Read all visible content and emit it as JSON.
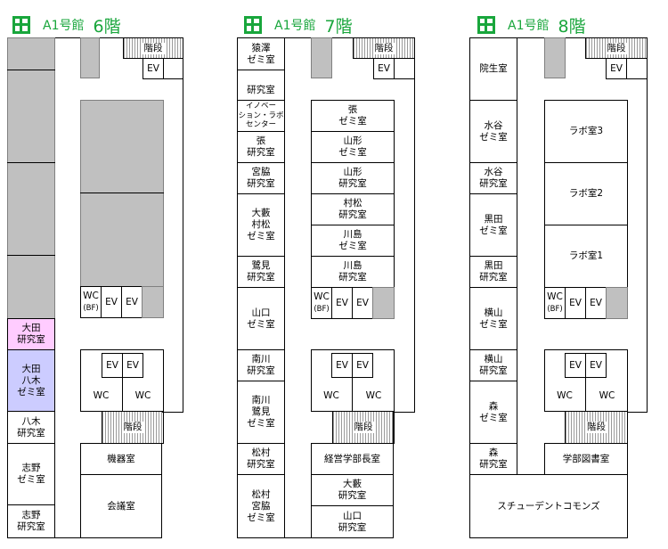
{
  "building": "A1号館",
  "colors": {
    "accent": "#19a63c",
    "pink": "#ffccff",
    "lavender": "#ccccff",
    "gray_block": "#c0c0c0"
  },
  "floor6": {
    "title": "6階",
    "rooms": {
      "stairs_top": "階段",
      "ev_top": "EV",
      "wc_bf": "WC",
      "bf": "(BF)",
      "ev1": "EV",
      "ev2": "EV",
      "ota_lab": "大田\n研究室",
      "ota_yagi_seminar": "大田\n八木\nゼミ室",
      "yagi_lab": "八木\n研究室",
      "shino_seminar": "志野\nゼミ室",
      "shino_lab": "志野\n研究室",
      "ev3": "EV",
      "ev4": "EV",
      "wc1": "WC",
      "wc2": "WC",
      "stairs_mid": "階段",
      "equipment_room": "機器室",
      "meeting_room": "会議室"
    }
  },
  "floor7": {
    "title": "7階",
    "rooms": {
      "saruwatari_seminar": "猿澤\nゼミ室",
      "lab": "研究室",
      "innovation_center": "イノベー\nション・ラボ\nセンター",
      "chang_lab": "張\n研究室",
      "miyawaki_lab": "宮脇\n研究室",
      "oyabu_muramatsu_seminar": "大藪\n村松\nゼミ室",
      "sagimi_lab": "鷺見\n研究室",
      "yamaguchi_seminar": "山口\nゼミ室",
      "minamikawa_lab": "南川\n研究室",
      "minamikawa_sagimi_seminar": "南川\n鷺見\nゼミ室",
      "matsumura_lab": "松村\n研究室",
      "matsumura_miyawaki_seminar": "松村\n宮脇\nゼミ室",
      "stairs_top": "階段",
      "ev_top": "EV",
      "chang_seminar": "張\nゼミ室",
      "yamagata_seminar": "山形\nゼミ室",
      "yamagata_lab": "山形\n研究室",
      "muramatsu_lab": "村松\n研究室",
      "kawashima_seminar": "川島\nゼミ室",
      "kawashima_lab": "川島\n研究室",
      "wc_bf": "WC",
      "bf": "(BF)",
      "ev1": "EV",
      "ev2": "EV",
      "ev3": "EV",
      "ev4": "EV",
      "wc1": "WC",
      "wc2": "WC",
      "stairs_mid": "階段",
      "dean_office": "経営学部長室",
      "oyabu_lab": "大藪\n研究室",
      "yamaguchi_lab": "山口\n研究室"
    }
  },
  "floor8": {
    "title": "8階",
    "rooms": {
      "graduate_room": "院生室",
      "mizutani_seminar": "水谷\nゼミ室",
      "mizutani_lab": "水谷\n研究室",
      "kuroda_seminar": "黒田\nゼミ室",
      "kuroda_lab": "黒田\n研究室",
      "yokoyama_seminar": "横山\nゼミ室",
      "yokoyama_lab": "横山\n研究室",
      "mori_seminar": "森\nゼミ室",
      "mori_lab": "森\n研究室",
      "stairs_top": "階段",
      "ev_top": "EV",
      "lab3": "ラボ室3",
      "lab2": "ラボ室2",
      "lab1": "ラボ室1",
      "wc_bf": "WC",
      "bf": "(BF)",
      "ev1": "EV",
      "ev2": "EV",
      "ev3": "EV",
      "ev4": "EV",
      "wc1": "WC",
      "wc2": "WC",
      "stairs_mid": "階段",
      "faculty_library": "学部図書室",
      "student_commons": "スチューデントコモンズ"
    }
  }
}
